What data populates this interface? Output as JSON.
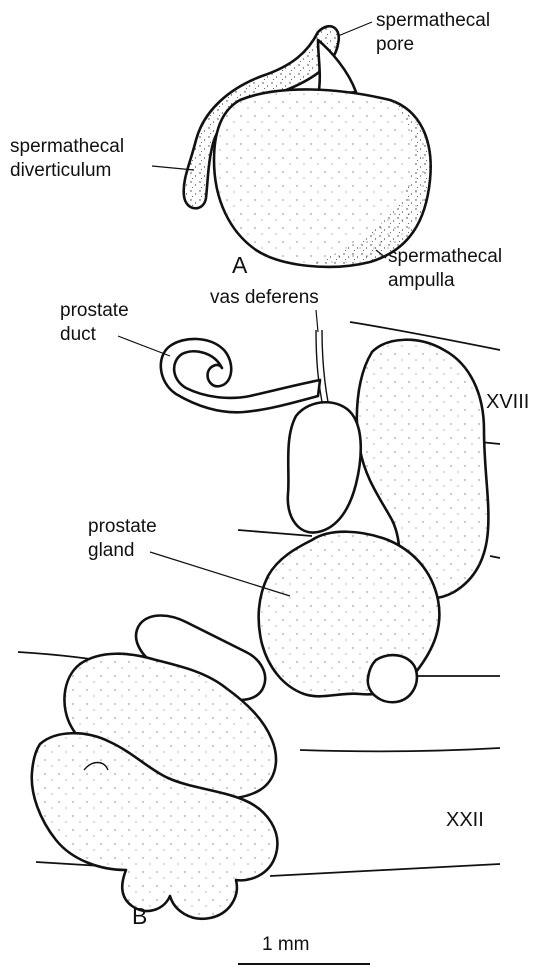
{
  "panels": {
    "a": "A",
    "b": "B"
  },
  "labels": {
    "spermathecal_pore": [
      "spermathecal",
      "pore"
    ],
    "spermathecal_diverticulum": [
      "spermathecal",
      "diverticulum"
    ],
    "spermathecal_ampulla": [
      "spermathecal",
      "ampulla"
    ],
    "prostate_duct": [
      "prostate",
      "duct"
    ],
    "vas_deferens": "vas deferens",
    "prostate_gland": [
      "prostate",
      "gland"
    ]
  },
  "segments": {
    "upper": "XVIII",
    "lower": "XXII"
  },
  "scale_bar": {
    "label": "1 mm"
  }
}
